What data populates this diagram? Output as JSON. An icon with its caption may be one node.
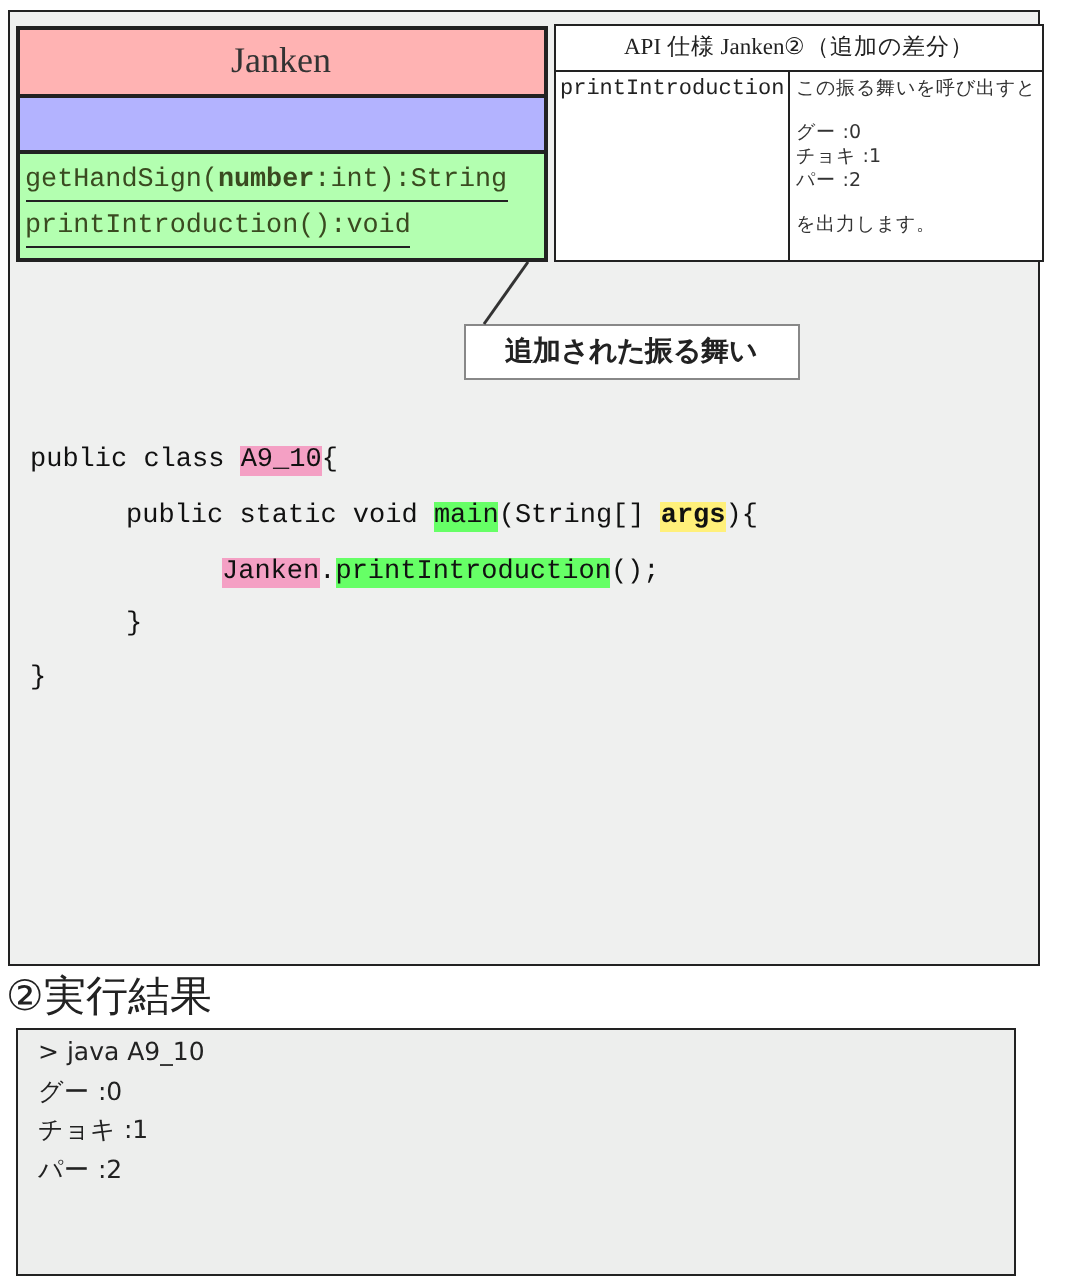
{
  "diagram": {
    "nodes": [
      {
        "text": [
          "public class A9_10{",
          "public static void main(String[] **args**){",
          "Janken.printIntroduction();",
          "}",
          "}"
        ]
      },
      {
        "text": [
          "Janken"
        ],
        "in": 0
      },
      {
        "text": [],
        "shape": "box",
        "in": 0
      },
      {
        "text": [
          "getHandSign(**number**:int):String",
          "printIntroduction():void"
        ],
        "in": 0
      },
      {
        "text": [
          "追加された振る舞い"
        ],
        "in": 0
      },
      {
        "text": [
          "②実行結果",
          "> java A9_10",
          "グー :0",
          "チョキ :1",
          "パー :2"
        ]
      }
    ],
    "edges": [
      {
        "from": 4,
        "to": 3,
        "arrow": "none"
      }
    ],
    "labels": [
      "API 仕様 Janken②（追加の差分）",
      "printIntroduction",
      "この振る舞いを呼び出すと",
      "グー :0",
      "チョキ :1",
      "パー :2",
      "を出力します。"
    ]
  }
}
